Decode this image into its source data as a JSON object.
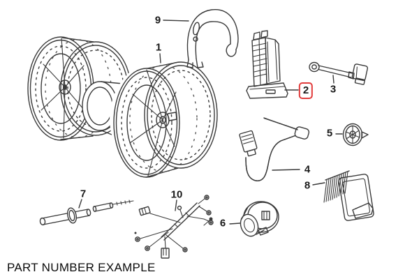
{
  "diagram": {
    "caption": "PART NUMBER EXAMPLE",
    "highlighted_part": "2",
    "colors": {
      "line": "#3a3a3a",
      "highlight": "#e23b3b",
      "background": "#ffffff",
      "label_text": "#1a1a1a"
    },
    "labels": [
      {
        "id": 1,
        "text": "1"
      },
      {
        "id": 2,
        "text": "2"
      },
      {
        "id": 3,
        "text": "3"
      },
      {
        "id": 4,
        "text": "4"
      },
      {
        "id": 5,
        "text": "5"
      },
      {
        "id": 6,
        "text": "6"
      },
      {
        "id": 7,
        "text": "7"
      },
      {
        "id": 8,
        "text": "8"
      },
      {
        "id": 9,
        "text": "9"
      },
      {
        "id": 10,
        "text": "10"
      }
    ]
  }
}
